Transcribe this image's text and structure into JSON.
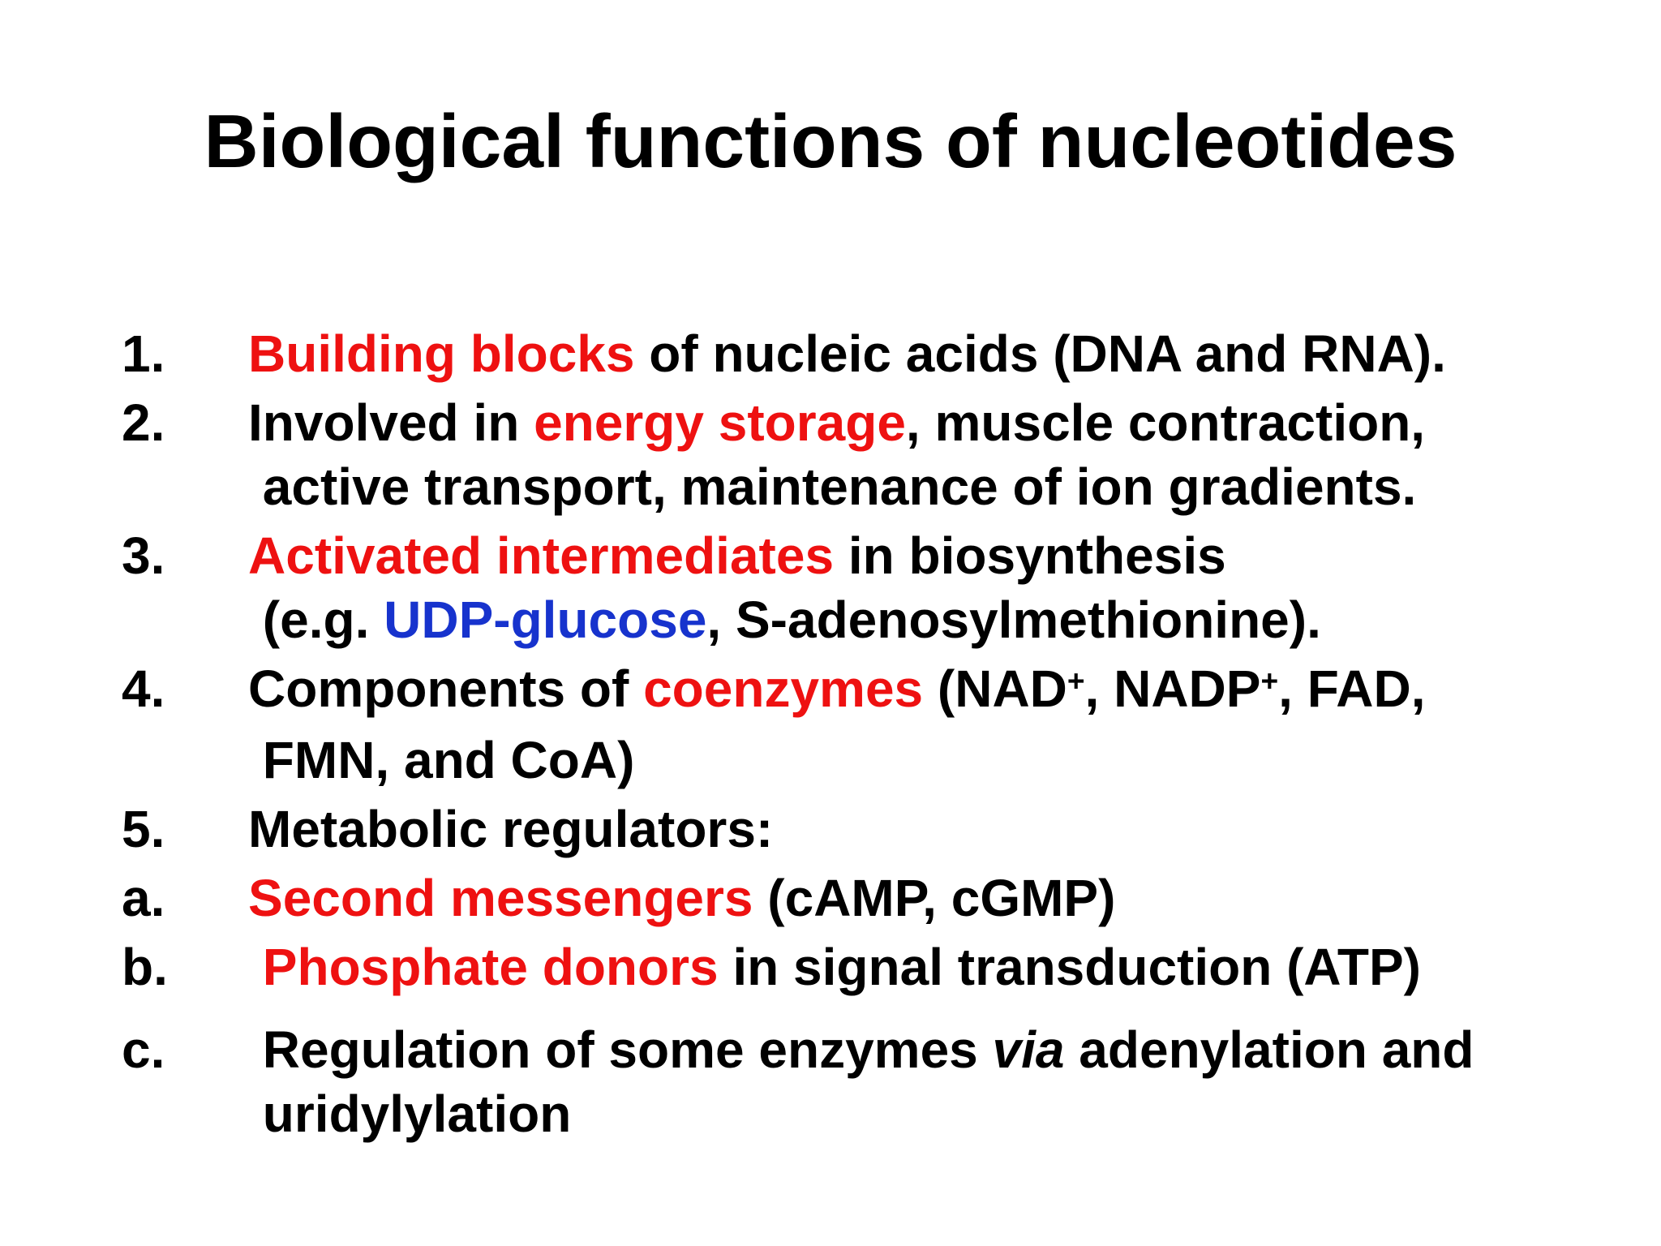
{
  "slide": {
    "background": "#ffffff",
    "title": "Biological functions of nucleotides",
    "colors": {
      "text": "#000000",
      "highlight_red": "#ee1111",
      "highlight_blue": "#1733cd"
    },
    "list": {
      "items": [
        {
          "id": "1",
          "marker": "1.",
          "spaced": false,
          "lines": [
            [
              {
                "style": "red",
                "text": "Building blocks"
              },
              {
                "style": "black",
                "text": " of nucleic acids (DNA and RNA)."
              }
            ]
          ]
        },
        {
          "id": "2",
          "marker": "2.",
          "spaced": false,
          "lines": [
            [
              {
                "style": "black",
                "text": "Involved in "
              },
              {
                "style": "red",
                "text": "energy storage"
              },
              {
                "style": "black",
                "text": ", muscle contraction,"
              }
            ],
            [
              {
                "style": "black",
                "text": " active transport, maintenance of ion gradients."
              }
            ]
          ]
        },
        {
          "id": "3",
          "marker": "3.",
          "spaced": false,
          "lines": [
            [
              {
                "style": "red",
                "text": "Activated intermediates"
              },
              {
                "style": "black",
                "text": " in biosynthesis"
              }
            ],
            [
              {
                "style": "black",
                "text": " (e.g. "
              },
              {
                "style": "blue",
                "text": "UDP-glucose"
              },
              {
                "style": "black",
                "text": ", S-adenosylmethionine)."
              }
            ]
          ]
        },
        {
          "id": "4",
          "marker": "4.",
          "spaced": false,
          "lines": [
            [
              {
                "style": "black",
                "text": "Components of "
              },
              {
                "style": "red",
                "text": "coenzymes"
              },
              {
                "style": "black",
                "text": " (NAD"
              },
              {
                "style": "sup",
                "text": "+"
              },
              {
                "style": "black",
                "text": ", NADP"
              },
              {
                "style": "sup",
                "text": "+"
              },
              {
                "style": "black",
                "text": ", FAD,"
              }
            ],
            [
              {
                "style": "black",
                "text": " FMN, and CoA)"
              }
            ]
          ]
        },
        {
          "id": "5",
          "marker": "5.",
          "spaced": false,
          "lines": [
            [
              {
                "style": "black",
                "text": "Metabolic regulators:"
              }
            ]
          ]
        },
        {
          "id": "a",
          "marker": "a.",
          "spaced": false,
          "lines": [
            [
              {
                "style": "red",
                "text": "Second messengers"
              },
              {
                "style": "black",
                "text": " (cAMP, cGMP)"
              }
            ]
          ]
        },
        {
          "id": "b",
          "marker": "b.",
          "spaced": false,
          "lines": [
            [
              {
                "style": "black",
                "text": " "
              },
              {
                "style": "red",
                "text": "Phosphate donors"
              },
              {
                "style": "black",
                "text": " in signal transduction (ATP)"
              }
            ]
          ]
        },
        {
          "id": "c",
          "marker": "c.",
          "spaced": true,
          "lines": [
            [
              {
                "style": "black",
                "text": " Regulation of some enzymes "
              },
              {
                "style": "italic",
                "text": "via"
              },
              {
                "style": "black",
                "text": " adenylation and"
              }
            ],
            [
              {
                "style": "black",
                "text": " uridylylation"
              }
            ]
          ]
        }
      ]
    }
  }
}
